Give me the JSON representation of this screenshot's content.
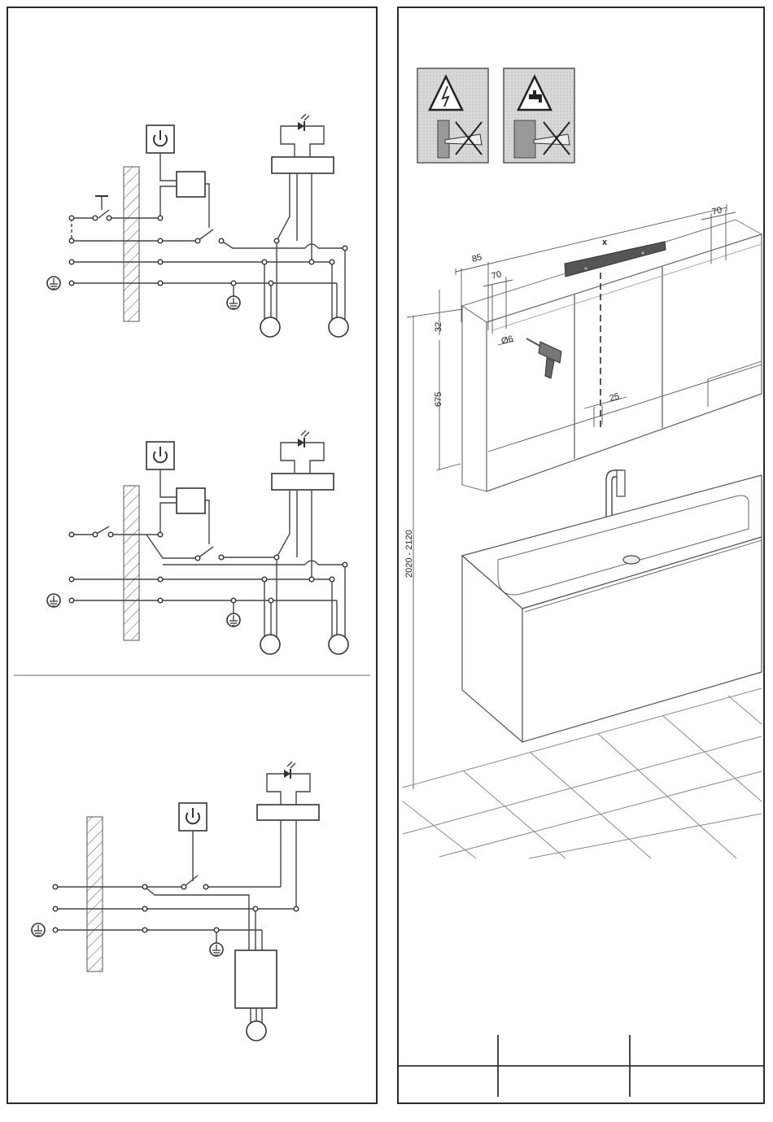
{
  "dimensions": {
    "width_x": "x",
    "offset_85": "85",
    "offset_70_left": "70",
    "offset_70_right": "70",
    "height_32": "32",
    "height_675": "675",
    "gap_25": "25",
    "drill_diameter": "Ø6",
    "mounting_height": "2020 - 2120"
  },
  "icons": {
    "warning_electric": "electric-hazard-warning-icon",
    "warning_water": "water-pipe-warning-icon",
    "power": "power-symbol-icon",
    "ground": "ground-symbol-icon",
    "led": "led-symbol-icon",
    "drill": "drill-icon"
  },
  "colors": {
    "line": "#333333",
    "hatch": "#555555",
    "spirit_level": "#555555",
    "warning_background": "#d7d7d7"
  }
}
